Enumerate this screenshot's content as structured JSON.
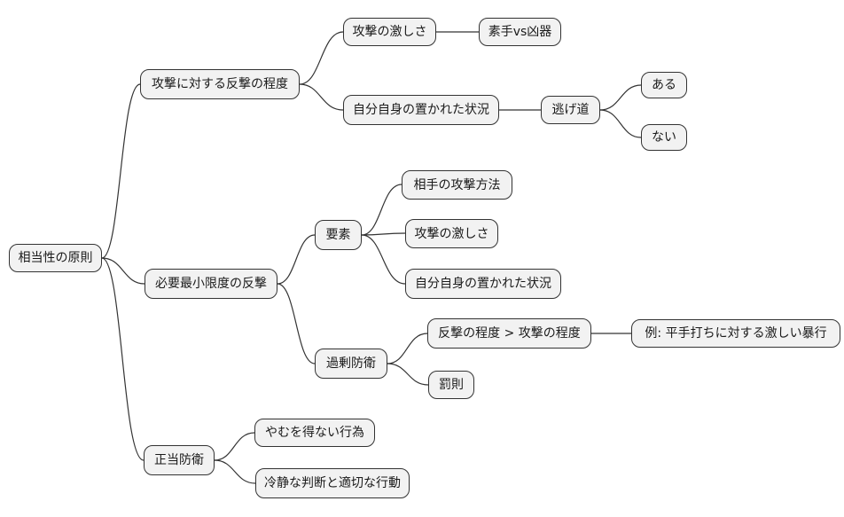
{
  "colors": {
    "background": "#ffffff",
    "node_fill": "#f2f2f2",
    "node_border": "#333333",
    "edge_stroke": "#333333",
    "text": "#1a1a1a"
  },
  "mindmap": {
    "root": {
      "label": "相当性の原則",
      "children": [
        {
          "label": "攻撃に対する反撃の程度",
          "children": [
            {
              "label": "攻撃の激しさ",
              "children": [
                {
                  "label": "素手vs凶器"
                }
              ]
            },
            {
              "label": "自分自身の置かれた状況",
              "children": [
                {
                  "label": "逃げ道",
                  "children": [
                    {
                      "label": "ある"
                    },
                    {
                      "label": "ない"
                    }
                  ]
                }
              ]
            }
          ]
        },
        {
          "label": "必要最小限度の反撃",
          "children": [
            {
              "label": "要素",
              "children": [
                {
                  "label": "相手の攻撃方法"
                },
                {
                  "label": "攻撃の激しさ"
                },
                {
                  "label": "自分自身の置かれた状況"
                }
              ]
            },
            {
              "label": "過剰防衛",
              "children": [
                {
                  "label": "反撃の程度 > 攻撃の程度",
                  "children": [
                    {
                      "label": "例: 平手打ちに対する激しい暴行"
                    }
                  ]
                },
                {
                  "label": "罰則"
                }
              ]
            }
          ]
        },
        {
          "label": "正当防衛",
          "children": [
            {
              "label": "やむを得ない行為"
            },
            {
              "label": "冷静な判断と適切な行動"
            }
          ]
        }
      ]
    }
  }
}
